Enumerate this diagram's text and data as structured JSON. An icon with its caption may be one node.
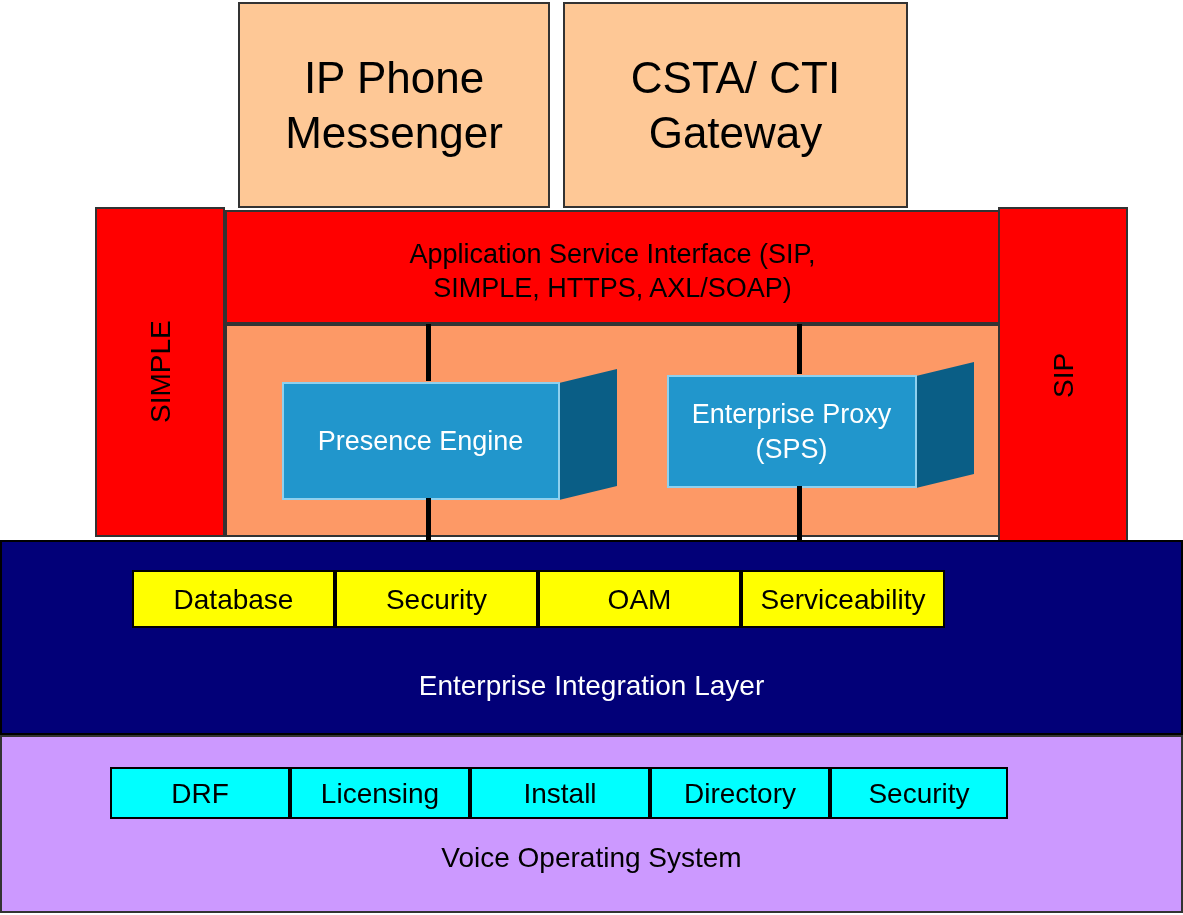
{
  "diagram": {
    "nodes": [
      {
        "text": [
          "IP Phone Messenger"
        ]
      },
      {
        "text": [
          "CSTA/ CTI Gateway"
        ]
      },
      {
        "text": [
          "SIMPLE"
        ]
      },
      {
        "text": [
          "Application Service Interface (SIP, SIMPLE, HTTPS, AXL/SOAP)"
        ]
      },
      {
        "text": [],
        "shape": "box"
      },
      {
        "text": [
          "Presence Engine"
        ],
        "in": 4
      },
      {
        "text": [
          "Enterprise Proxy (SPS)"
        ],
        "in": 4
      },
      {
        "text": [
          "SIP"
        ]
      },
      {
        "text": [
          "Enterprise Integration Layer"
        ]
      },
      {
        "text": [
          "Database"
        ],
        "in": 8
      },
      {
        "text": [
          "Security"
        ],
        "in": 8
      },
      {
        "text": [
          "OAM"
        ],
        "in": 8
      },
      {
        "text": [
          "Serviceability"
        ],
        "in": 8
      },
      {
        "text": [
          "Voice Operating System"
        ]
      },
      {
        "text": [
          "DRF"
        ],
        "in": 13
      },
      {
        "text": [
          "Licensing"
        ],
        "in": 13
      },
      {
        "text": [
          "Install"
        ],
        "in": 13
      },
      {
        "text": [
          "Directory"
        ],
        "in": 13
      },
      {
        "text": [
          "Security"
        ],
        "in": 13
      }
    ],
    "edges": [
      {
        "from": 3,
        "to": 5,
        "arrow": "none"
      },
      {
        "from": 5,
        "to": 8,
        "arrow": "none"
      },
      {
        "from": 3,
        "to": 6,
        "arrow": "none"
      },
      {
        "from": 6,
        "to": 8,
        "arrow": "none"
      }
    ]
  }
}
